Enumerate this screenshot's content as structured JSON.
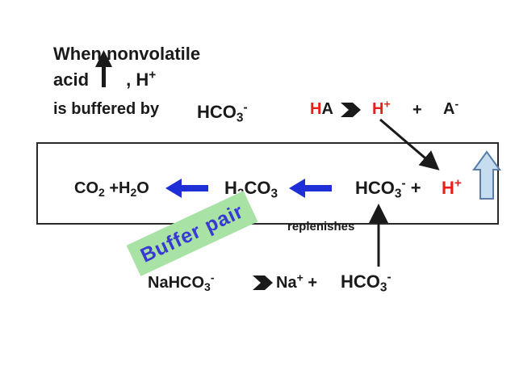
{
  "intro": {
    "line1": "When nonvolatile",
    "line2_prefix": "acid",
    "line2_suffix": ", H",
    "line2_sup": "+",
    "line3": "is buffered by"
  },
  "top_hco3": {
    "base": "HCO",
    "sub": "3",
    "sup": "-"
  },
  "dissociation": {
    "ha_h": "H",
    "ha_a": "A",
    "h": "H",
    "h_sup": "+",
    "plus": "+",
    "a": "A",
    "a_sup": "-"
  },
  "box": {
    "co2": "CO",
    "co2_sub": "2",
    "co2_plus": " +",
    "h2o": "H",
    "h2o_sub": "2",
    "h2o_tail": "O",
    "h2co3_h": "H",
    "h2co3_sub": "2",
    "h2co3_co": "CO",
    "h2co3_sub2": "3",
    "hco3": "HCO",
    "hco3_sub": "3",
    "hco3_sup": "-",
    "plus": " + ",
    "h": "H",
    "h_sup": "+"
  },
  "replenishes": "replenishes",
  "buffer_pair": "Buffer pair",
  "bottom": {
    "nahco3": "NaHCO",
    "nahco3_sub": "3",
    "nahco3_sup": "-",
    "na": "Na",
    "na_sup": "+",
    "plus": " +",
    "hco3": "HCO",
    "hco3_sub": "3",
    "hco3_sup": "-"
  },
  "colors": {
    "red": "#e8201c",
    "blue_arrow": "#1f2fd8",
    "badge_bg": "#a8e2a4",
    "badge_text": "#3838d6",
    "up_arrow_fill": "#c6dcef",
    "up_arrow_stroke": "#5a7ea8"
  }
}
